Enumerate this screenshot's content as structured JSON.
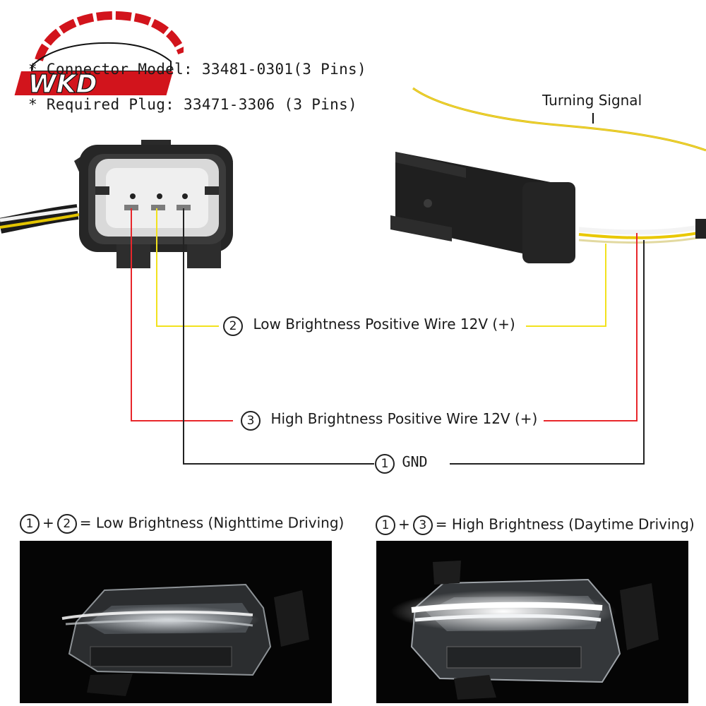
{
  "brand": {
    "logo_text": "WKD"
  },
  "specs": {
    "connector_model": "* Connector Model: 33481-0301(3 Pins)",
    "required_plug": "* Required Plug: 33471-3306 (3 Pins)"
  },
  "wiring": {
    "turning_signal": "Turning Signal",
    "low_pin": "2",
    "low_label": "Low Brightness Positive Wire 12V (+)",
    "high_pin": "3",
    "high_label": "High Brightness Positive Wire 12V (+)",
    "gnd_pin": "1",
    "gnd_label": "GND"
  },
  "modes": [
    {
      "pin_a": "1",
      "plus": "+",
      "pin_b": "2",
      "equals": "=",
      "text": "Low Brightness (Nighttime Driving)"
    },
    {
      "pin_a": "1",
      "plus": "+",
      "pin_b": "3",
      "equals": "=",
      "text": "High Brightness (Daytime Driving)"
    }
  ],
  "colors": {
    "low_wire": "#f2e21e",
    "high_wire": "#e8262b",
    "gnd_wire": "#222222",
    "logo_red": "#d2141c"
  }
}
